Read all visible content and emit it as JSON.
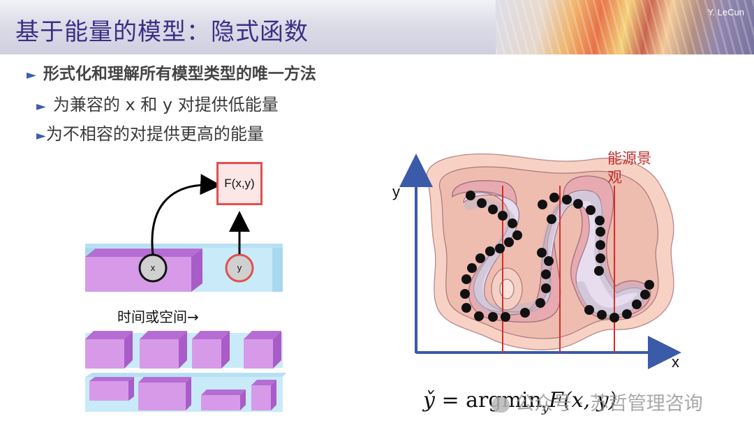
{
  "header": {
    "title": "基于能量的模型：隐式函数",
    "author": "Y. LeCun"
  },
  "bullets": {
    "main": "形式化和理解所有模型类型的唯一方法",
    "sub1": "为兼容的 x 和 y 对提供低能量",
    "sub2": "为不相容的对提供更高的能量"
  },
  "left_diagram": {
    "energy_label": "F(x,y)",
    "x_label": "x",
    "y_label": "y",
    "sequence_label": "时间或空间→"
  },
  "right_diagram": {
    "y_axis": "y",
    "x_axis": "x",
    "landscape_label": "能源景观"
  },
  "formula": {
    "yhat": "y̌",
    "equals": " = ",
    "op": "argmin",
    "sub": "y",
    "expr": "F(x, y)"
  },
  "watermark": {
    "text": "公众号 · 苏哲管理咨询"
  },
  "colors": {
    "title": "#3a2f86",
    "bullet_arrow": "#3a5fb0",
    "energy_red": "#e05050",
    "purple_block": "#c98ae0",
    "light_blue_block": "#c9eaf8",
    "axis_blue": "#3b5aa8",
    "contour_fill": "#f7d2c4",
    "slice_red": "#d62c2c"
  }
}
